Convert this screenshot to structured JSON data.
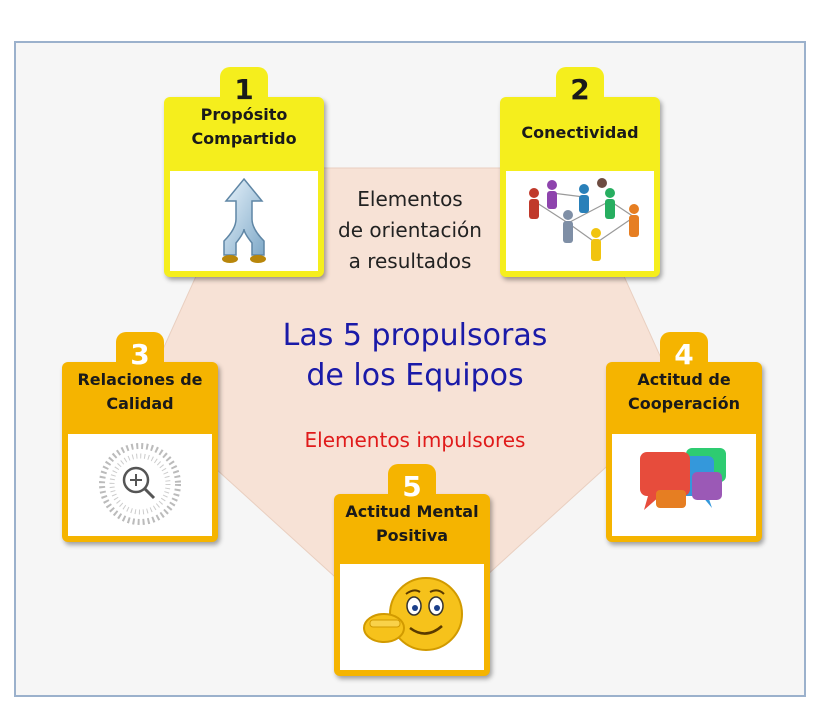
{
  "center": {
    "top_text": [
      "Elementos",
      "de orientación",
      "a resultados"
    ],
    "main_title": [
      "Las 5 propulsoras",
      "de los Equipos"
    ],
    "sub_title": "Elementos impulsores"
  },
  "cards": [
    {
      "number": "1",
      "title": [
        "Propósito",
        "Compartido"
      ],
      "icon": "merging-arrows-icon",
      "color": "#f5ee1d"
    },
    {
      "number": "2",
      "title": [
        "Conectividad"
      ],
      "icon": "people-network-icon",
      "color": "#f5ee1d"
    },
    {
      "number": "3",
      "title": [
        "Relaciones de",
        "Calidad"
      ],
      "icon": "magnifier-crowd-icon",
      "color": "#f5b400"
    },
    {
      "number": "4",
      "title": [
        "Actitud de",
        "Cooperación"
      ],
      "icon": "speech-bubbles-icon",
      "color": "#f5b400"
    },
    {
      "number": "5",
      "title": [
        "Actitud Mental",
        "Positiva"
      ],
      "icon": "smiley-pointing-icon",
      "color": "#f5b400"
    }
  ],
  "colors": {
    "pentagon": "#f7e2d6",
    "title_blue": "#1a1aa8",
    "subtitle_red": "#e01b1b",
    "frame_border": "#9bb1cc"
  }
}
